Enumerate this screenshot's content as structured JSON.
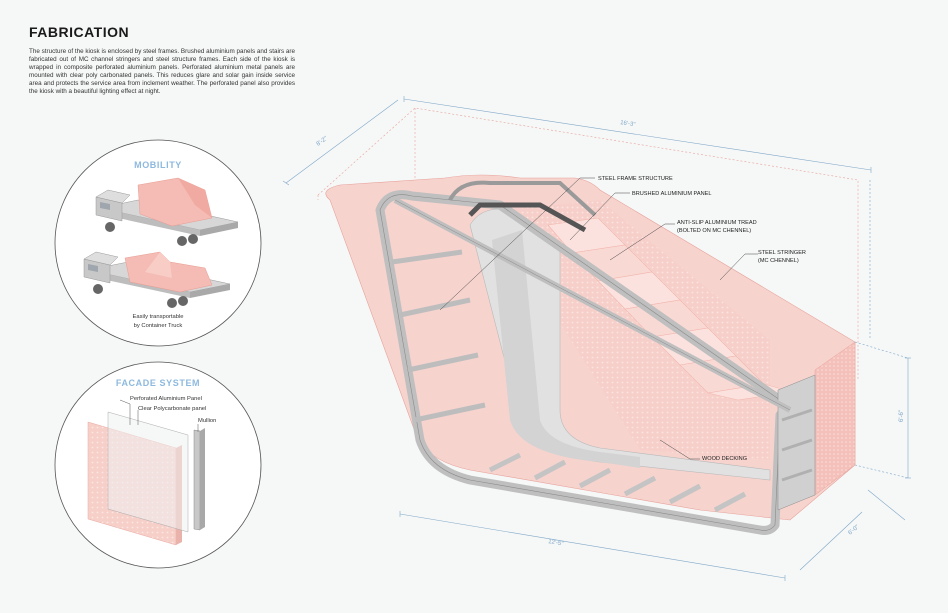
{
  "header": {
    "title": "FABRICATION",
    "description": "The structure of the kiosk is enclosed by steel frames. Brushed aluminium panels and stairs are fabricated out of MC channel stringers and steel structure frames. Each side of the kiosk is wrapped in composite perforated aluminium panels. Perforated aluminium metal panels are mounted with clear poly carbonated panels. This reduces glare and solar gain inside service area and protects the service area from inclement weather. The perforated panel also provides the kiosk with a beautiful lighting effect at night."
  },
  "mobility": {
    "title": "MOBILITY",
    "caption_line1": "Easily transportable",
    "caption_line2": "by Container Truck"
  },
  "facade": {
    "title": "FACADE SYSTEM",
    "label_1": "Perforated Aluminium Panel",
    "label_2": "Clear Polycarbonate panel",
    "label_3": "Mullion"
  },
  "callouts": {
    "steel_frame": "STEEL FRAME STRUCTURE",
    "brushed_panel": "BRUSHED ALUMINIUM PANEL",
    "tread_line1": "ANTI-SLIP ALUMINIUM TREAD",
    "tread_line2": "(BOLTED ON MC CHENNEL)",
    "stringer_line1": "STEEL STRINGER",
    "stringer_line2": "(MC CHENNEL)",
    "wood_decking": "WOOD DECKING"
  },
  "dimensions": {
    "top_length": "16'-3\"",
    "top_depth": "8'-2\"",
    "height": "6'-6\"",
    "bottom_depth": "6'-0\"",
    "bottom_length": "12'-5\""
  },
  "colors": {
    "accent_blue": "#8db9de",
    "panel_pink": "#f6c9c3",
    "frame_grey": "#c9c9c9",
    "dim_blue": "#7fa8c8"
  }
}
